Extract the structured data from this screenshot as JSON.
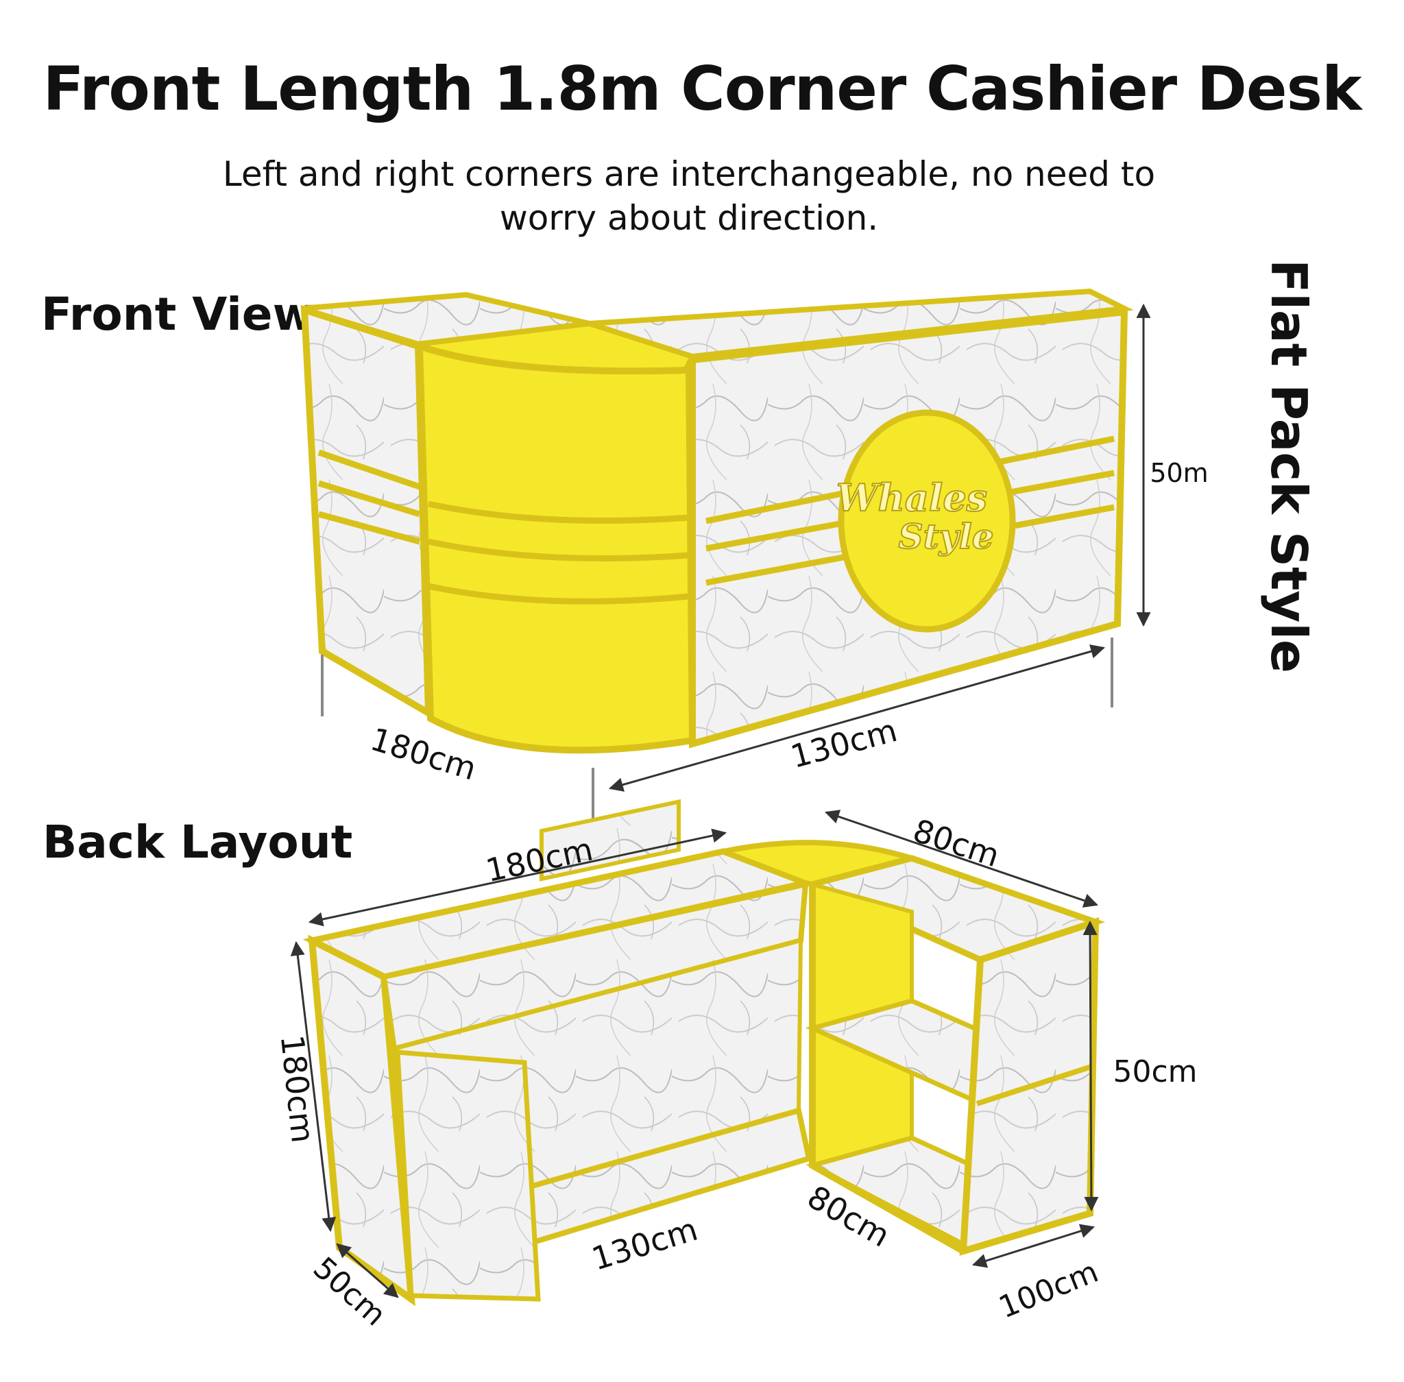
{
  "title": "Front Length 1.8m Corner Cashier Desk",
  "subtitle": "Left and right corners are interchangeable, no need to worry about direction.",
  "side_text": "Flat Pack Style",
  "front_view": {
    "label": "Front View",
    "logo_line1": "Whales",
    "logo_line2": "Style",
    "dims": {
      "left": "180cm",
      "front": "130cm",
      "height": "50m"
    }
  },
  "back_layout": {
    "label": "Back Layout",
    "dims": {
      "top_length": "180cm",
      "top_depth": "80cm",
      "left_height": "180cm",
      "right_height": "50cm",
      "left_depth": "50cm",
      "bottom_length": "130cm",
      "inner_depth": "80cm",
      "right_width": "100cm"
    }
  },
  "colors": {
    "accent": "#f5e82a",
    "frame": "#d8c21a",
    "panel": "#f1f1f1",
    "vein": "#bcbcbc"
  }
}
